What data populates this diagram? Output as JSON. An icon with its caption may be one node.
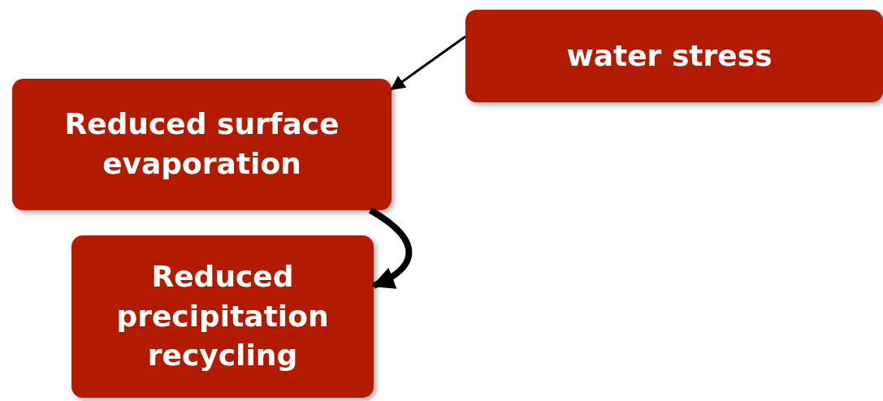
{
  "diagram": {
    "nodes": [
      {
        "text": [
          "water stress"
        ]
      },
      {
        "text": [
          "Reduced surface evaporation"
        ]
      },
      {
        "text": [
          "Reduced precipitation recycling"
        ]
      }
    ],
    "edges": [
      {
        "from": 0,
        "to": 1,
        "arrow": "to"
      },
      {
        "from": 1,
        "to": 2,
        "arrow": "to",
        "style": "thick"
      }
    ]
  }
}
